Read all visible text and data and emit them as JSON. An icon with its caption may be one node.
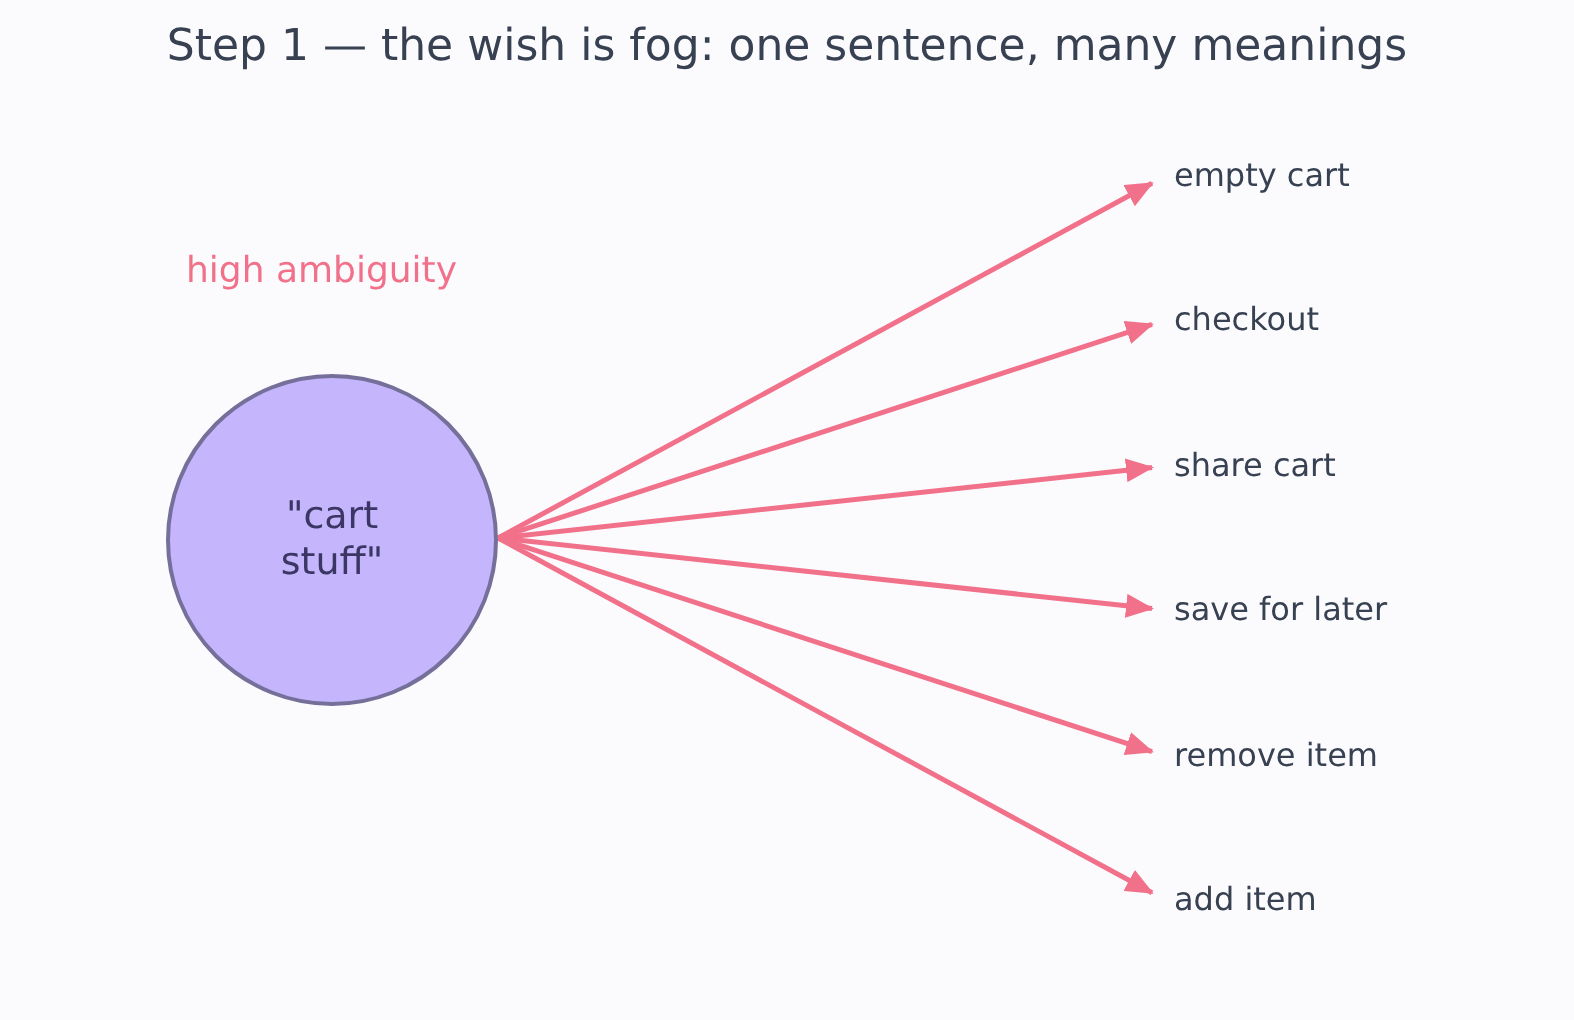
{
  "diagram": {
    "title": "Step 1 — the wish is fog: one sentence, many meanings",
    "nodes": [
      {
        "text": [
          "\"cart stuff\""
        ]
      },
      {
        "text": [
          "empty cart"
        ]
      },
      {
        "text": [
          "checkout"
        ]
      },
      {
        "text": [
          "share cart"
        ]
      },
      {
        "text": [
          "save for later"
        ]
      },
      {
        "text": [
          "remove item"
        ]
      },
      {
        "text": [
          "add item"
        ]
      }
    ],
    "edges": [
      {
        "from": 0,
        "to": 1,
        "arrow": "to"
      },
      {
        "from": 0,
        "to": 2,
        "arrow": "to"
      },
      {
        "from": 0,
        "to": 3,
        "arrow": "to"
      },
      {
        "from": 0,
        "to": 4,
        "arrow": "to"
      },
      {
        "from": 0,
        "to": 5,
        "arrow": "to"
      },
      {
        "from": 0,
        "to": 6,
        "arrow": "to"
      }
    ],
    "labels": [
      "high ambiguity"
    ]
  }
}
